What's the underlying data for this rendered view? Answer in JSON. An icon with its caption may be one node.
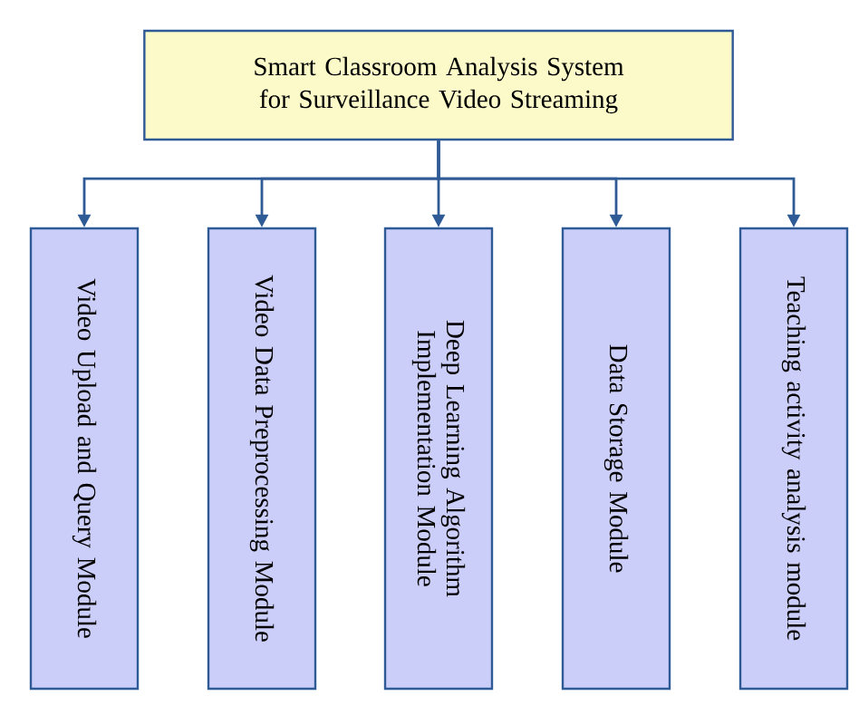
{
  "diagram": {
    "nodes": [
      {
        "text": [
          "Smart Classroom Analysis System for Surveillance Video Streaming"
        ]
      },
      {
        "text": [
          "Video Upload and Query Module"
        ]
      },
      {
        "text": [
          "Video Data Preprocessing Module"
        ]
      },
      {
        "text": [
          "Deep Learning Algorithm Implementation Module"
        ]
      },
      {
        "text": [
          "Data Storage Module"
        ]
      },
      {
        "text": [
          "Teaching activity analysis module"
        ]
      }
    ],
    "edges": [
      {
        "from": 0,
        "to": 1,
        "arrow": "to"
      },
      {
        "from": 0,
        "to": 2,
        "arrow": "to"
      },
      {
        "from": 0,
        "to": 3,
        "arrow": "to"
      },
      {
        "from": 0,
        "to": 4,
        "arrow": "to"
      },
      {
        "from": 0,
        "to": 5,
        "arrow": "to"
      }
    ]
  }
}
